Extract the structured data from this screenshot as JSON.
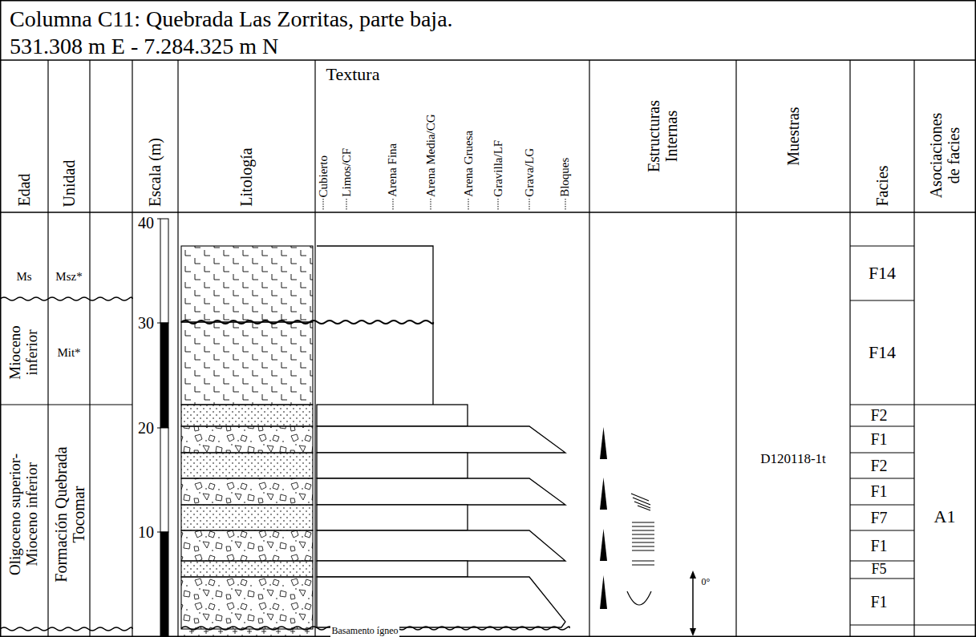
{
  "diagram": {
    "title": "Columna C11: Quebrada Las Zorritas, parte baja.",
    "labels": [
      "531.308 m E - 7.284.325 m N",
      "Edad",
      "Unidad",
      "Escala (m)",
      "Litología",
      "Textura",
      "Cubierto",
      "Limos/CF",
      "Arena Fina",
      "Arena Media/CG",
      "Arena Gruesa",
      "Gravilla/LF",
      "Grava/LG",
      "Bloques",
      "Estructuras Internas",
      "Muestras",
      "Facies",
      "Asociaciones de facies",
      "40",
      "30",
      "20",
      "10",
      "Ms",
      "Msz*",
      "Mioceno inferior",
      "Mit*",
      "Oligoceno superior- Mioceno inferior",
      "Formación Quebrada Tocomar",
      "F14",
      "F14",
      "F2",
      "F1",
      "F2",
      "F1",
      "F7",
      "F1",
      "F5",
      "F1",
      "A1",
      "D120118-1t",
      "Basamento ígneo",
      "0°"
    ]
  }
}
